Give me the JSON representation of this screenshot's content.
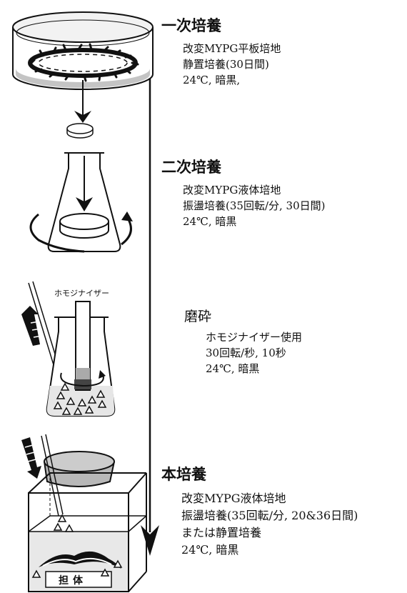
{
  "stages": [
    {
      "title": "一次培養",
      "lines": [
        "改変MYPG平板培地",
        "静置培養(30日間)",
        "24℃, 暗黒,"
      ]
    },
    {
      "title": "二次培養",
      "lines": [
        "改変MYPG液体培地",
        "振盪培養(35回転/分, 30日間)",
        "24℃, 暗黒"
      ]
    },
    {
      "title": "磨砕",
      "lines": [
        "ホモジナイザー使用",
        "30回転/秒, 10秒",
        "24℃, 暗黒"
      ]
    },
    {
      "title": "本培養",
      "lines": [
        "改変MYPG液体培地",
        "振盪培養(35回転/分, 20&36日間)",
        "または静置培養",
        "24℃, 暗黒"
      ]
    }
  ],
  "illustration": {
    "homogenizer_label": "ホモジナイザー",
    "carrier_label": "担体"
  },
  "colors": {
    "ink": "#111111",
    "medium_gray": "#cccccc",
    "dark_gray": "#888888"
  }
}
